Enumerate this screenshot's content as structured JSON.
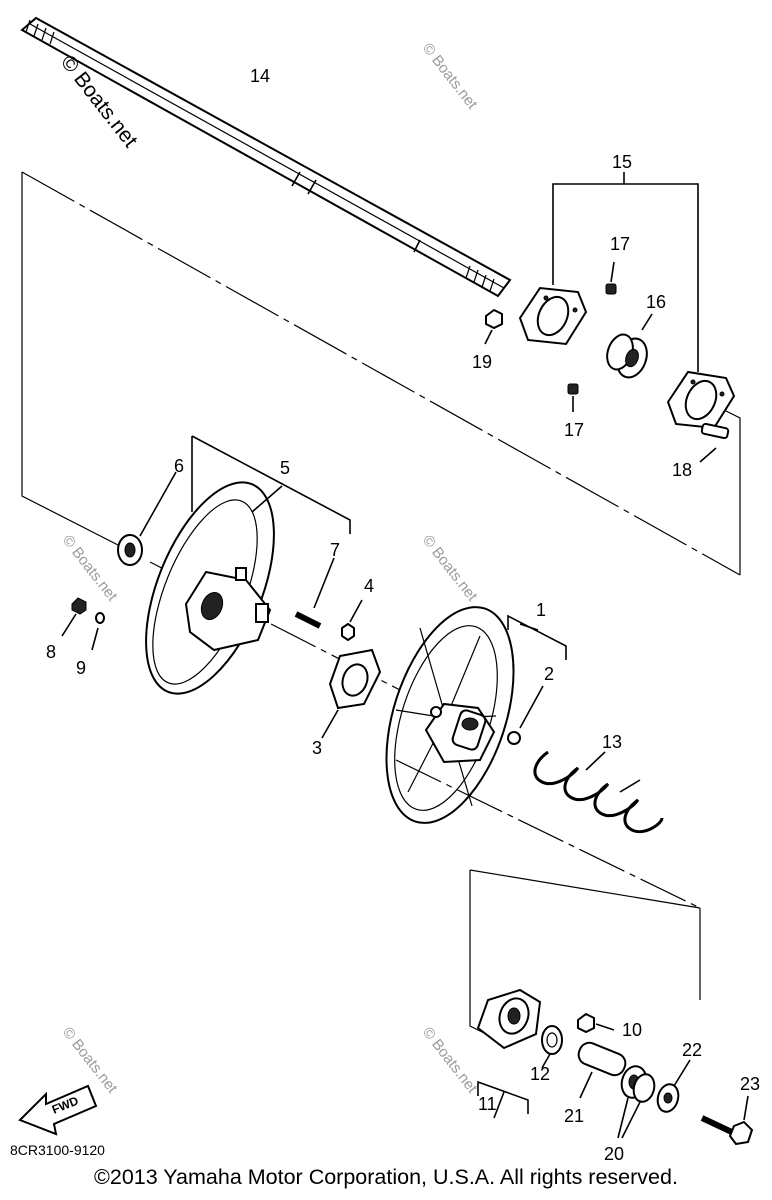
{
  "watermark_main": "© Boats.net",
  "watermark_repeat": "© Boats.net",
  "diagram_code": "8CR3100-9120",
  "fwd_label": "FWD",
  "copyright": "©2013 Yamaha Motor Corporation, U.S.A. All rights reserved.",
  "callouts": [
    "1",
    "2",
    "3",
    "4",
    "5",
    "6",
    "7",
    "8",
    "9",
    "10",
    "11",
    "12",
    "13",
    "14",
    "15",
    "16",
    "17",
    "17",
    "18",
    "19",
    "20",
    "21",
    "22",
    "23"
  ]
}
